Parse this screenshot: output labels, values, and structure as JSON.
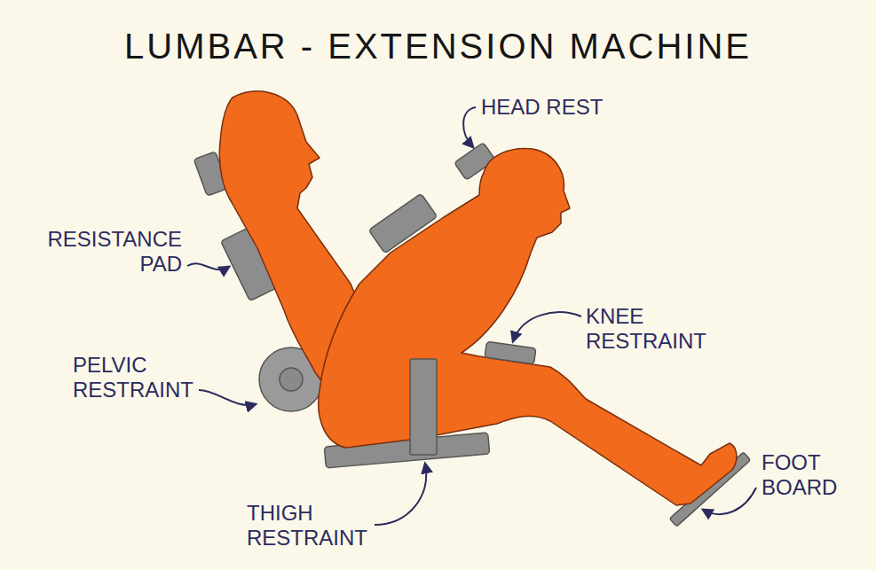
{
  "diagram": {
    "title": "LUMBAR - EXTENSION MACHINE",
    "labels": [
      "HEAD REST",
      "RESISTANCE PAD",
      "KNEE RESTRAINT",
      "PELVIC RESTRAINT",
      "THIGH RESTRAINT",
      "FOOT BOARD"
    ]
  }
}
